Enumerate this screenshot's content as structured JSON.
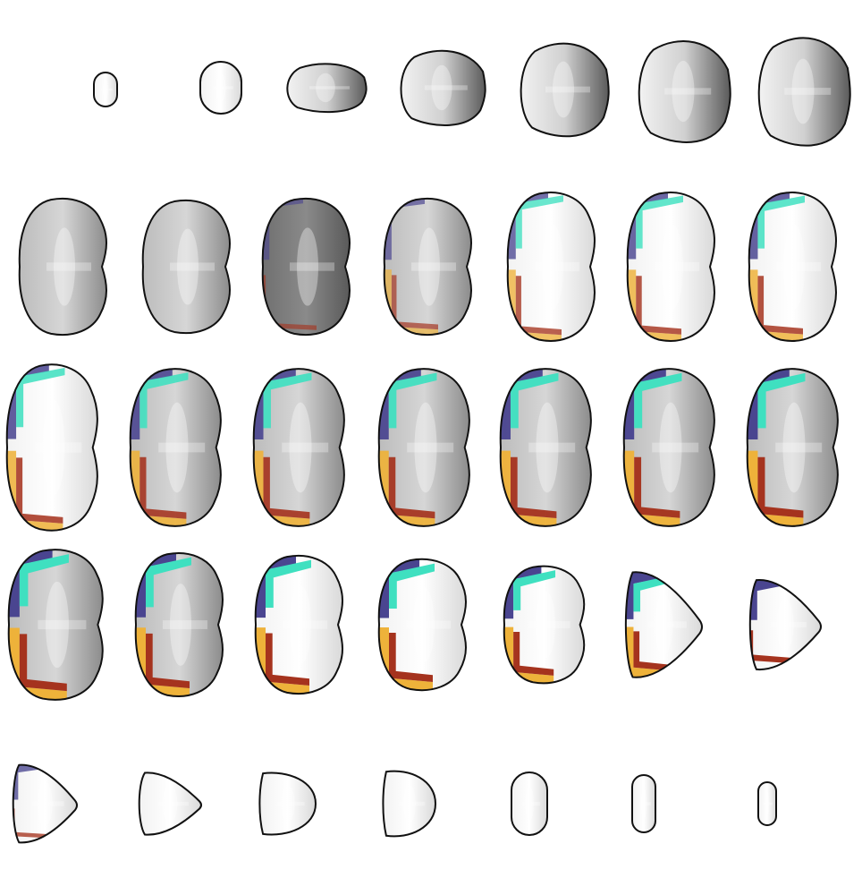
{
  "figure": {
    "rows": 5,
    "columns": 7,
    "colors": {
      "background": "#ffffff",
      "outline": "#111111",
      "tissue_light": "#f2f2f2",
      "tissue_mid": "#a8a8a8",
      "tissue_dark": "#5a5a5a",
      "region_purple": "#4a4590",
      "region_teal": "#3fe0c0",
      "region_orange": "#eeb23a",
      "region_red": "#a5331e"
    },
    "slices": [
      {
        "index": 1,
        "shade": "light",
        "regions": [],
        "region_level": 0
      },
      {
        "index": 2,
        "shade": "light",
        "regions": [],
        "region_level": 0
      },
      {
        "index": 3,
        "shade": "gradient",
        "regions": [],
        "region_level": 0
      },
      {
        "index": 4,
        "shade": "gradient",
        "regions": [],
        "region_level": 0
      },
      {
        "index": 5,
        "shade": "gradient",
        "regions": [],
        "region_level": 0
      },
      {
        "index": 6,
        "shade": "gradient",
        "regions": [],
        "region_level": 0
      },
      {
        "index": 7,
        "shade": "gradient",
        "regions": [],
        "region_level": 0
      },
      {
        "index": 8,
        "shade": "mid",
        "regions": [],
        "region_level": 0
      },
      {
        "index": 9,
        "shade": "mid",
        "regions": [],
        "region_level": 0
      },
      {
        "index": 10,
        "shade": "dark",
        "regions": [
          "purple",
          "red"
        ],
        "region_level": 0.15
      },
      {
        "index": 11,
        "shade": "mid",
        "regions": [
          "purple",
          "orange",
          "red"
        ],
        "region_level": 0.3
      },
      {
        "index": 12,
        "shade": "light",
        "regions": [
          "purple",
          "teal",
          "orange",
          "red"
        ],
        "region_level": 0.5
      },
      {
        "index": 13,
        "shade": "light",
        "regions": [
          "purple",
          "teal",
          "orange",
          "red"
        ],
        "region_level": 0.6
      },
      {
        "index": 14,
        "shade": "light",
        "regions": [
          "purple",
          "teal",
          "orange",
          "red"
        ],
        "region_level": 0.65
      },
      {
        "index": 15,
        "shade": "light",
        "regions": [
          "purple",
          "teal",
          "orange",
          "red"
        ],
        "region_level": 0.7
      },
      {
        "index": 16,
        "shade": "mid",
        "regions": [
          "purple",
          "teal",
          "orange",
          "red"
        ],
        "region_level": 0.75
      },
      {
        "index": 17,
        "shade": "mid",
        "regions": [
          "purple",
          "teal",
          "orange",
          "red"
        ],
        "region_level": 0.8
      },
      {
        "index": 18,
        "shade": "mid",
        "regions": [
          "purple",
          "teal",
          "orange",
          "red"
        ],
        "region_level": 0.85
      },
      {
        "index": 19,
        "shade": "mid",
        "regions": [
          "purple",
          "teal",
          "orange",
          "red"
        ],
        "region_level": 0.9
      },
      {
        "index": 20,
        "shade": "mid",
        "regions": [
          "purple",
          "teal",
          "orange",
          "red"
        ],
        "region_level": 0.95
      },
      {
        "index": 21,
        "shade": "mid",
        "regions": [
          "purple",
          "teal",
          "orange",
          "red"
        ],
        "region_level": 1.0
      },
      {
        "index": 22,
        "shade": "mid",
        "regions": [
          "purple",
          "teal",
          "orange",
          "red"
        ],
        "region_level": 1.0
      },
      {
        "index": 23,
        "shade": "mid",
        "regions": [
          "purple",
          "teal",
          "orange",
          "red"
        ],
        "region_level": 1.0
      },
      {
        "index": 24,
        "shade": "light",
        "regions": [
          "purple",
          "teal",
          "orange",
          "red"
        ],
        "region_level": 1.0
      },
      {
        "index": 25,
        "shade": "light",
        "regions": [
          "purple",
          "teal",
          "orange",
          "red"
        ],
        "region_level": 1.0
      },
      {
        "index": 26,
        "shade": "light",
        "regions": [
          "purple",
          "teal",
          "orange",
          "red"
        ],
        "region_level": 1.0
      },
      {
        "index": 27,
        "shade": "light",
        "regions": [
          "purple",
          "teal",
          "orange",
          "red"
        ],
        "region_level": 1.0
      },
      {
        "index": 28,
        "shade": "light",
        "regions": [
          "purple",
          "red"
        ],
        "region_level": 1.0
      },
      {
        "index": 29,
        "shade": "light",
        "regions": [
          "purple",
          "red"
        ],
        "region_level": 0.5
      },
      {
        "index": 30,
        "shade": "light",
        "regions": [],
        "region_level": 0
      },
      {
        "index": 31,
        "shade": "light",
        "regions": [],
        "region_level": 0
      },
      {
        "index": 32,
        "shade": "light",
        "regions": [],
        "region_level": 0
      },
      {
        "index": 33,
        "shade": "light",
        "regions": [],
        "region_level": 0
      },
      {
        "index": 34,
        "shade": "light",
        "regions": [],
        "region_level": 0
      },
      {
        "index": 35,
        "shade": "light",
        "regions": [],
        "region_level": 0
      }
    ]
  }
}
